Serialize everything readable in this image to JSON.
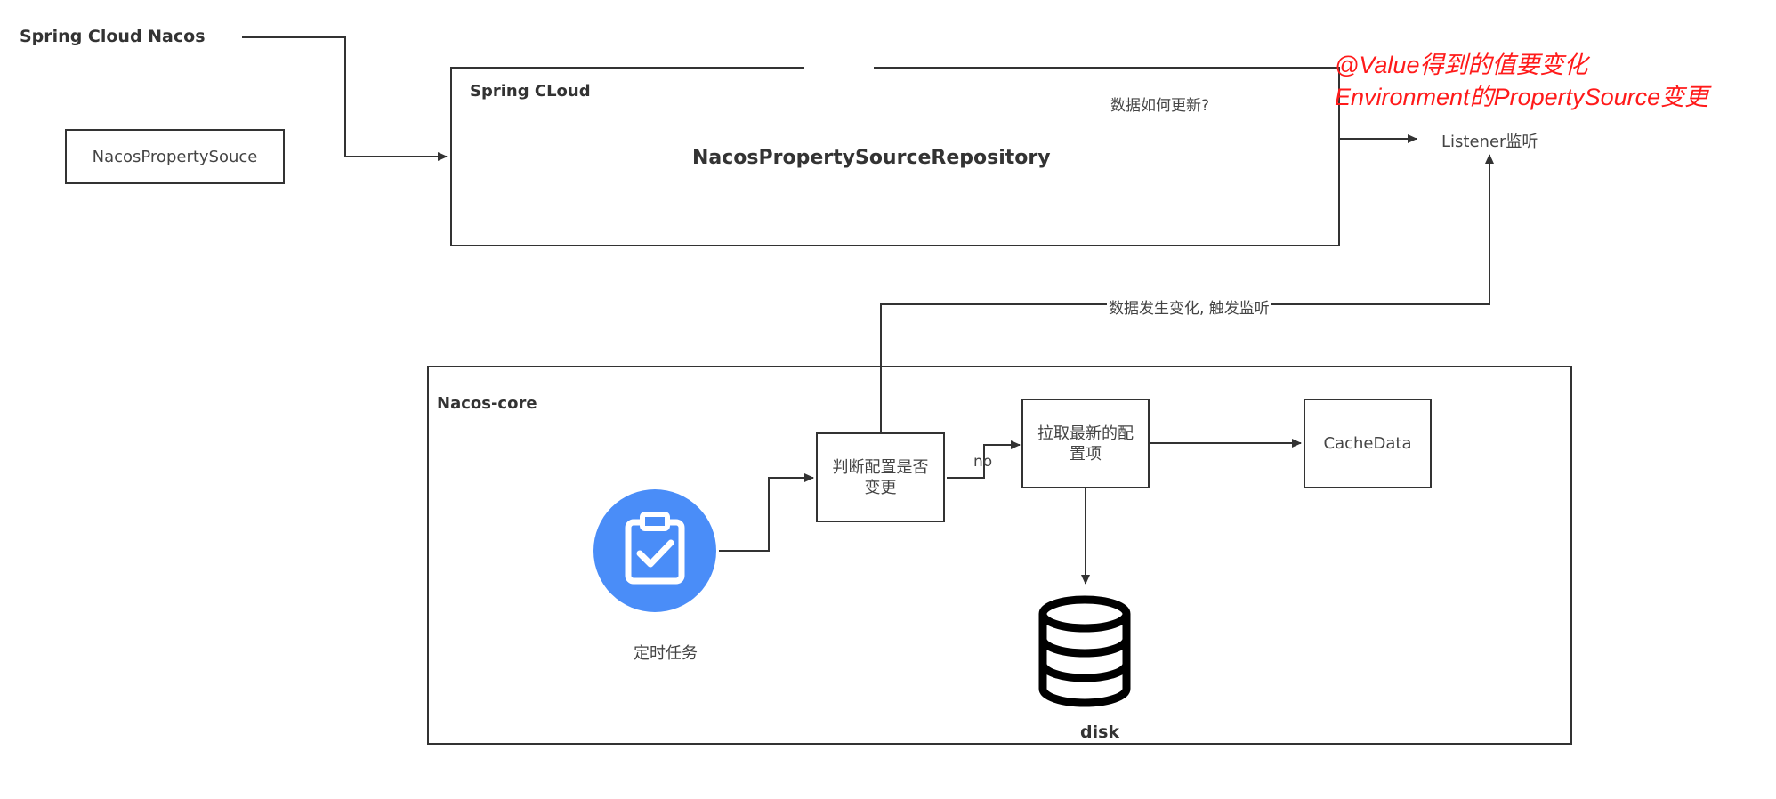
{
  "title": "Spring Cloud Nacos",
  "nacos_property_source_box": {
    "label": "NacosPropertySouce"
  },
  "spring_cloud_box": {
    "title": "Spring CLoud",
    "repository_label": "NacosPropertySourceRepository",
    "question": "数据如何更新?"
  },
  "listener": {
    "label": "Listener监听"
  },
  "annotation": {
    "line1": "@Value得到的值要变化",
    "line2": "Environment的PropertySource变更"
  },
  "change_trigger_label": "数据发生变化, 触发监听",
  "nacos_core": {
    "title": "Nacos-core",
    "timer_task": {
      "icon": "clipboard-check-icon",
      "label": "定时任务",
      "color": "#4a8df8"
    },
    "judge_box": {
      "label": "判断配置是否变更"
    },
    "no_label": "no",
    "fetch_box": {
      "label": "拉取最新的配置项"
    },
    "cache_box": {
      "label": "CacheData"
    },
    "disk": {
      "icon": "database-icon",
      "label": "disk"
    }
  },
  "colors": {
    "line": "#333333",
    "accent_red": "#ff1a1a",
    "accent_blue": "#4a8df8"
  }
}
